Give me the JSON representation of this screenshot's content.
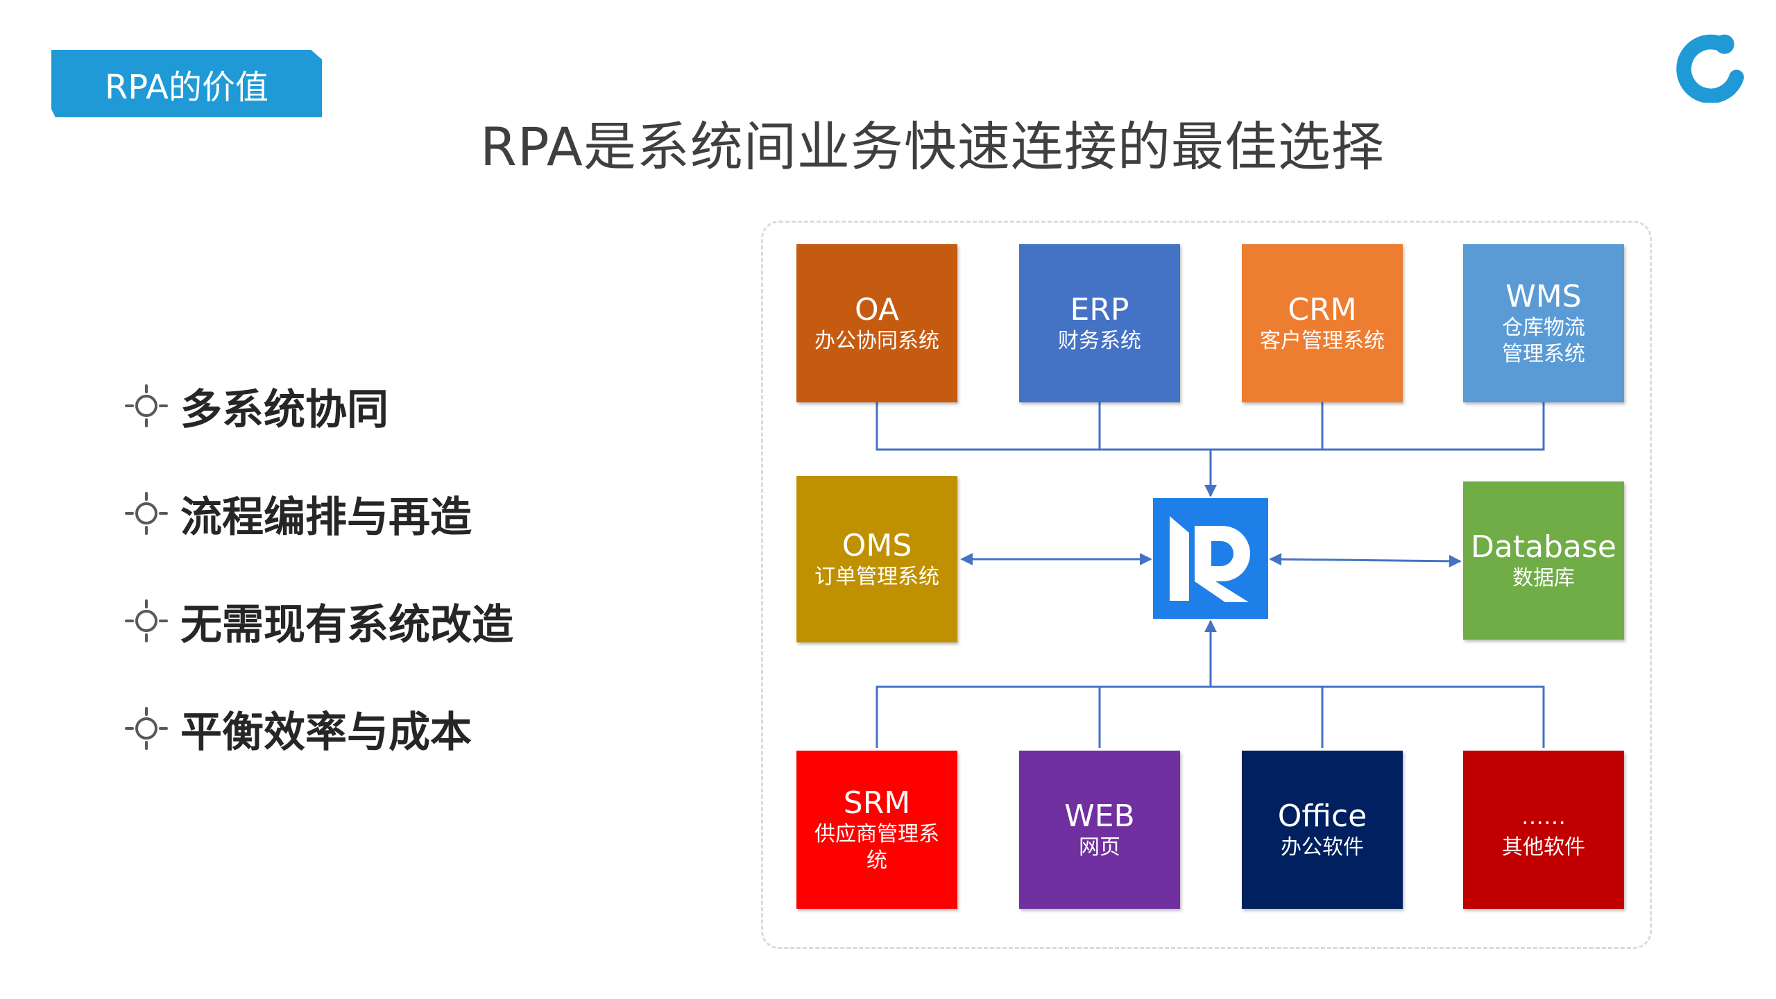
{
  "section_tag": "RPA的价值",
  "title": "RPA是系统间业务快速连接的最佳选择",
  "bullets": [
    "多系统协同",
    "流程编排与再造",
    "无需现有系统改造",
    "平衡效率与成本"
  ],
  "icons": {
    "bullet": "sun-icon",
    "logo": "brand-c-logo-icon",
    "center": "rpa-p-logo-icon"
  },
  "colors": {
    "accent": "#1f9ad6",
    "line": "#4472c4",
    "oa": "#c55a11",
    "erp": "#4472c4",
    "crm": "#ed7d31",
    "wms": "#5b9bd5",
    "oms": "#bf9000",
    "database": "#70ad47",
    "srm": "#ff0000",
    "web": "#7030a0",
    "office": "#002060",
    "other": "#c00000"
  },
  "systems": {
    "oa": {
      "name": "OA",
      "desc": "办公协同系统"
    },
    "erp": {
      "name": "ERP",
      "desc": "财务系统"
    },
    "crm": {
      "name": "CRM",
      "desc": "客户管理系统"
    },
    "wms": {
      "name": "WMS",
      "desc": "仓库物流\n管理系统"
    },
    "oms": {
      "name": "OMS",
      "desc": "订单管理系统"
    },
    "database": {
      "name": "Database",
      "desc": "数据库"
    },
    "srm": {
      "name": "SRM",
      "desc": "供应商管理系\n统"
    },
    "web": {
      "name": "WEB",
      "desc": "网页"
    },
    "office": {
      "name": "Office",
      "desc": "办公软件"
    },
    "other": {
      "name": "……",
      "desc": "其他软件"
    }
  }
}
